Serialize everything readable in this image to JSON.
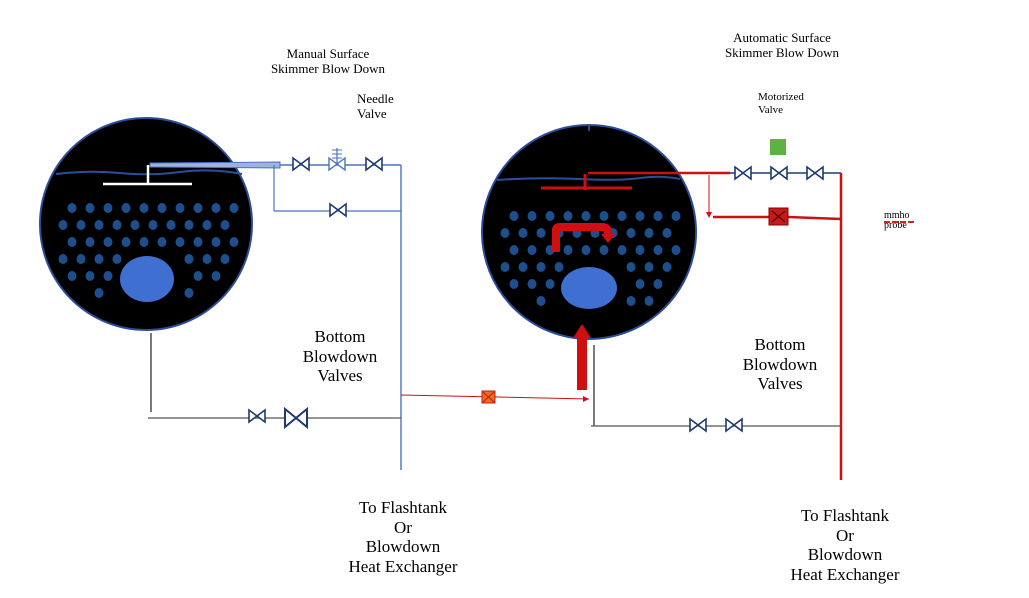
{
  "labels": {
    "manual_title": [
      "Manual Surface",
      "Skimmer Blow Down"
    ],
    "needle_valve": [
      "Needle",
      "Valve"
    ],
    "bottom_left": [
      "Bottom",
      "Blowdown",
      "Valves"
    ],
    "to_left": [
      "To Flashtank",
      "Or",
      "Blowdown",
      "Heat Exchanger"
    ],
    "auto_title": [
      "Automatic Surface",
      "Skimmer Blow Down"
    ],
    "motorized_valve": [
      "Motorized",
      "Valve"
    ],
    "mmho_probe": [
      "mmho",
      "probe"
    ],
    "bottom_right": [
      "Bottom",
      "Blowdown",
      "Valves"
    ],
    "to_right": [
      "To Flashtank",
      "Or",
      "Blowdown",
      "Heat Exchanger"
    ]
  },
  "colors": {
    "boiler_fill": "#000000",
    "boiler_outline": "#2b4e9a",
    "tube_dots": "#1f4e8c",
    "drum": "#3f6fd1",
    "pipe_blue": "#4a72c4",
    "valve_dark": "#1e3a6e",
    "pipe_red": "#d01010",
    "motorized_valve": "#5cb344",
    "probe_dash": "#d62020"
  }
}
